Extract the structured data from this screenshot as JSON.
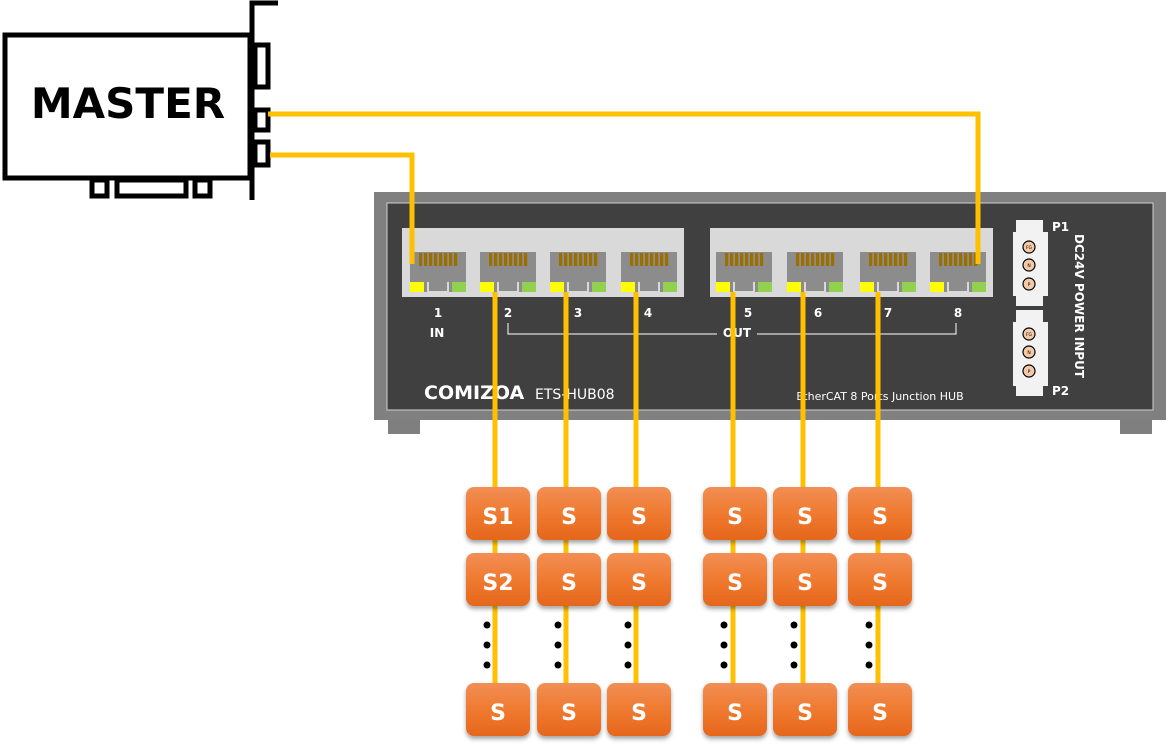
{
  "master": {
    "label": "MASTER"
  },
  "hub": {
    "brand": "COMIZOA",
    "model": "ETS-HUB08",
    "description": "EtherCAT 8 Ports Junction HUB",
    "in_label": "IN",
    "out_label": "OUT",
    "ports": [
      "1",
      "2",
      "3",
      "4",
      "5",
      "6",
      "7",
      "8"
    ],
    "power": {
      "label": "DC24V POWER INPUT",
      "p1": "P1",
      "p2": "P2",
      "pins": [
        "FG",
        "N",
        "P"
      ]
    }
  },
  "slaves": {
    "columns": [
      [
        "S1",
        "S2",
        "S"
      ],
      [
        "S",
        "S",
        "S"
      ],
      [
        "S",
        "S",
        "S"
      ],
      [
        "S",
        "S",
        "S"
      ],
      [
        "S",
        "S",
        "S"
      ],
      [
        "S",
        "S",
        "S"
      ]
    ]
  },
  "colors": {
    "cable": "#ffc000",
    "slave": "#ee7630",
    "hub_body": "#404040",
    "hub_frame": "#808080",
    "led_yellow": "#ffff00",
    "led_green": "#92d050"
  }
}
